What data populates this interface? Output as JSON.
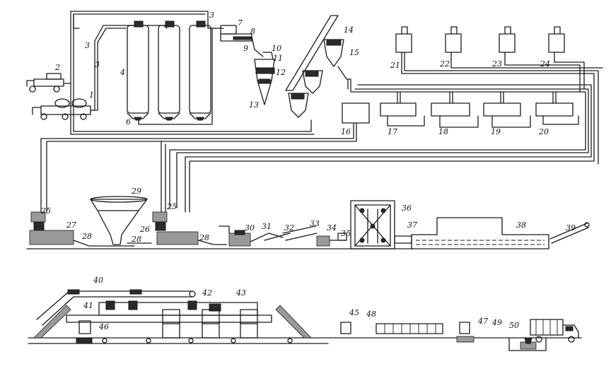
{
  "labels": {
    "l1": "1",
    "l2": "2",
    "l3a": "3",
    "l3b": "3",
    "l3c": "3",
    "l4": "4",
    "l6": "6",
    "l7": "7",
    "l8": "8",
    "l9": "9",
    "l10": "10",
    "l11": "11",
    "l12": "12",
    "l13": "13",
    "l14": "14",
    "l15": "15",
    "l16": "16",
    "l17": "17",
    "l18": "18",
    "l19": "19",
    "l20": "20",
    "l21": "21",
    "l22": "22",
    "l23": "23",
    "l24": "24",
    "l25a": "25",
    "l25b": "25",
    "l26": "26",
    "l27": "27",
    "l28a": "28",
    "l28b": "28",
    "l28c": "28",
    "l29": "29",
    "l30": "30",
    "l31": "31",
    "l32": "32",
    "l33": "33",
    "l34": "34",
    "l35": "35",
    "l36": "36",
    "l37": "37",
    "l38": "38",
    "l39": "39",
    "l40": "40",
    "l41": "41",
    "l42": "42",
    "l43": "43",
    "l45": "45",
    "l46": "46",
    "l47": "47",
    "l48": "48",
    "l49": "49",
    "l50": "50"
  }
}
